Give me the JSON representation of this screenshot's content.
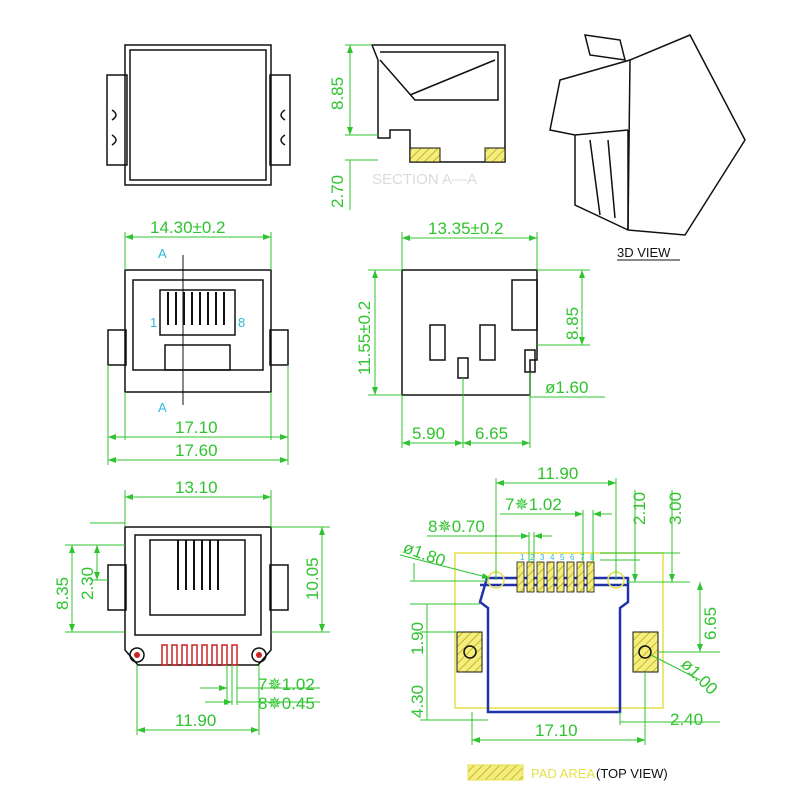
{
  "section_view": {
    "label": "SECTION A—A",
    "dims": {
      "height": "8.85",
      "offset": "2.70"
    }
  },
  "view_3d": {
    "label": "3D VIEW"
  },
  "front_view": {
    "dims": {
      "width_top": "14.30±0.2",
      "width_body": "17.10",
      "width_total": "17.60"
    },
    "labels": {
      "section_a_top": "A",
      "section_a_bottom": "A",
      "pin_first": "1",
      "pin_last": "8"
    }
  },
  "side_view": {
    "dims": {
      "width_top": "13.35±0.2",
      "height": "11.55±0.2",
      "height_inner": "8.85",
      "post_dia": "ø1.60",
      "offset_left": "5.90",
      "offset_right": "6.65"
    }
  },
  "bottom_view": {
    "dims": {
      "width_top": "13.10",
      "height_left": "8.35",
      "height_inner": "2.30",
      "height_right": "10.05",
      "pin_pitch": "7✵1.02",
      "pin_width": "8✵0.45",
      "width_bottom": "11.90"
    }
  },
  "pcb_layout": {
    "dims": {
      "post_spacing": "11.90",
      "pad_pitch": "7✵1.02",
      "pad_width": "8✵0.70",
      "hole_large": "ø1.80",
      "row_offset_a": "2.10",
      "row_offset_b": "3.00",
      "height_left": "1.90",
      "height_left_lower": "4.30",
      "height_right": "6.65",
      "hole_small": "ø1.00",
      "width_body": "17.10",
      "edge_offset": "2.40"
    },
    "pin_numbers": [
      "1",
      "2",
      "3",
      "4",
      "5",
      "6",
      "7",
      "8"
    ]
  },
  "legend": {
    "pad_area": "PAD AREA",
    "view": "(TOP VIEW)"
  },
  "colors": {
    "dimension": "#2fc42f",
    "outline": "#111111",
    "footprint": "#2233aa",
    "pad": "#e6e04a",
    "pin_label": "#2fb8d8",
    "pin": "#cc2222"
  }
}
